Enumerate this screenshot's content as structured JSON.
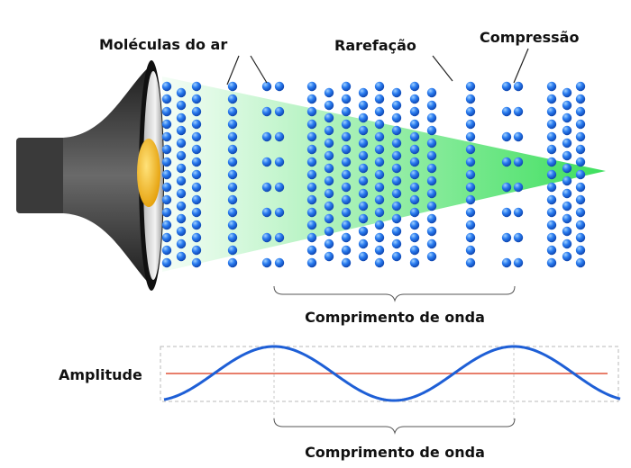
{
  "labels": {
    "air_molecules": "Moléculas do ar",
    "rarefaction": "Rarefação",
    "compression": "Compressão",
    "wavelength_top": "Comprimento de onda",
    "amplitude": "Amplitude",
    "wavelength_bottom": "Comprimento de onda"
  },
  "colors": {
    "molecule": "#1565e0",
    "molecule_highlight": "#9fd0ff",
    "beam": "#33dd55",
    "wave": "#1e5fd6",
    "baseline": "#e0533a",
    "bracket": "#555555",
    "speaker_body": "#3a3a3a",
    "speaker_cone": "#f0b400"
  },
  "icons": {
    "speaker": "loudspeaker-icon"
  }
}
